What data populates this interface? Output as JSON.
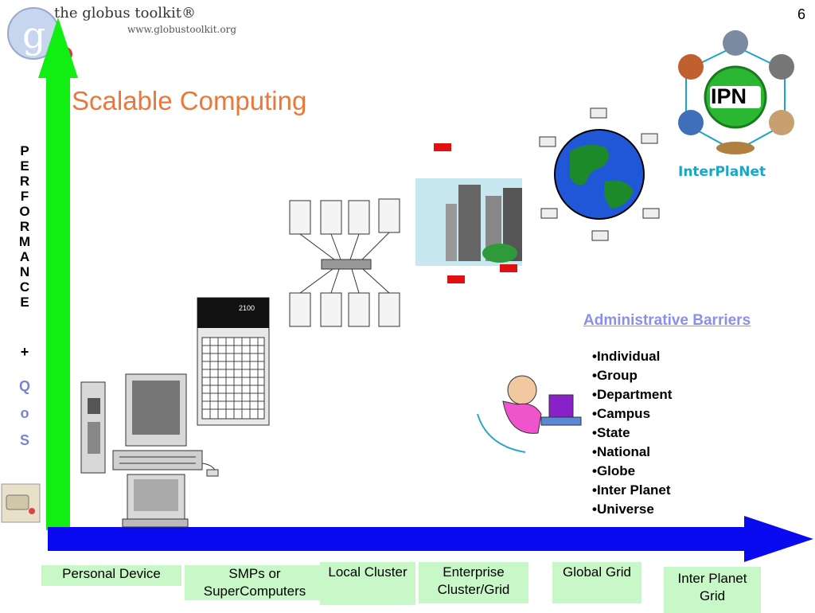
{
  "header": {
    "logo_text": "the globus toolkit®",
    "logo_url": "www.globustoolkit.org",
    "slide_number": "6",
    "title": "Scalable Computing"
  },
  "y_axis": {
    "letters": [
      "P",
      "E",
      "R",
      "F",
      "O",
      "R",
      "M",
      "A",
      "N",
      "C",
      "E"
    ],
    "plus": "+",
    "qos_letters": [
      "Q",
      "o",
      "S"
    ]
  },
  "admin": {
    "title": "Administrative Barriers",
    "items": [
      "•Individual",
      "•Group",
      "•Department",
      "•Campus",
      "•State",
      "•National",
      "•Globe",
      "•Inter Planet",
      "•Universe"
    ]
  },
  "stages": [
    {
      "label": "Personal Device"
    },
    {
      "label": "SMPs or SuperComputers"
    },
    {
      "label": "Local Cluster"
    },
    {
      "label": "Enterprise Cluster/Grid"
    },
    {
      "label": "Global Grid"
    },
    {
      "label": "Inter Planet Grid"
    }
  ],
  "ipn": {
    "center_text": "IPN",
    "label": "InterPlaNet"
  },
  "server": {
    "label": "2100"
  },
  "colors": {
    "title": "#e8793a",
    "axis_vertical": "#11ee11",
    "axis_horizontal": "#0a0af0",
    "stage_bg": "#c8f7c8",
    "admin_title": "#8a90e8"
  }
}
